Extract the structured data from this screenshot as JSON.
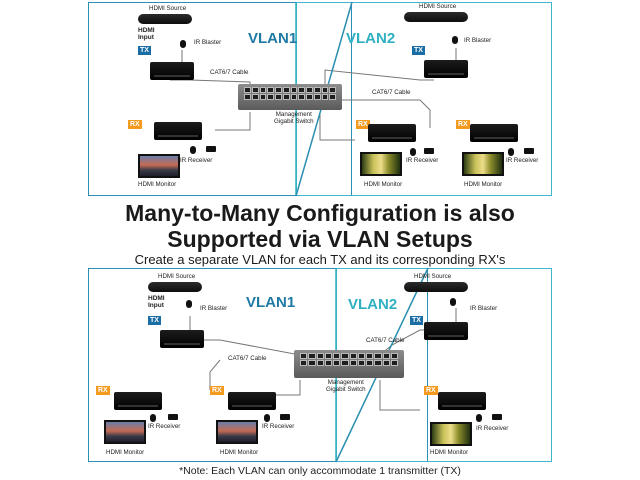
{
  "diagram_top": {
    "vlan1": "VLAN1",
    "vlan2": "VLAN2",
    "hdmi_source_1": "HDMI Source",
    "hdmi_source_2": "HDMI Source",
    "hdmi_input": "HDMI\nInput",
    "tx_tag_1": "TX",
    "tx_tag_2": "TX",
    "ir_blaster_1": "IR Blaster",
    "ir_blaster_2": "IR Blaster",
    "cable_1": "CAT6/7 Cable",
    "cable_2": "CAT6/7 Cable",
    "switch_label": "Management\nGigabit Switch",
    "rx_tag_1": "RX",
    "rx_tag_2": "RX",
    "rx_tag_3": "RX",
    "ir_receiver_1": "IR Receiver",
    "ir_receiver_2": "IR Receiver",
    "ir_receiver_3": "IR Receiver",
    "monitor_1": "HDMI Monitor",
    "monitor_2": "HDMI Monitor",
    "monitor_3": "HDMI Monitor"
  },
  "headline": {
    "line1": "Many-to-Many Configuration is also",
    "line2": "Supported via VLAN Setups",
    "subtitle": "Create a separate VLAN for each TX and its corresponding RX's"
  },
  "diagram_bottom": {
    "vlan1": "VLAN1",
    "vlan2": "VLAN2",
    "hdmi_source_1": "HDMI Source",
    "hdmi_source_2": "HDMI Source",
    "hdmi_input": "HDMI\nInput",
    "tx_tag_1": "TX",
    "tx_tag_2": "TX",
    "ir_blaster_1": "IR Blaster",
    "ir_blaster_2": "IR Blaster",
    "cable_1": "CAT6/7 Cable",
    "cable_2": "CAT6/7 Cable",
    "switch_label": "Management\nGigabit Switch",
    "rx_tag_1": "RX",
    "rx_tag_2": "RX",
    "rx_tag_3": "RX",
    "ir_receiver_1": "IR Receiver",
    "ir_receiver_2": "IR Receiver",
    "ir_receiver_3": "IR Receiver",
    "monitor_1": "HDMI Monitor",
    "monitor_2": "HDMI Monitor",
    "monitor_3": "HDMI Monitor"
  },
  "footnote": "*Note: Each VLAN can only accommodate 1 transmitter (TX)",
  "colors": {
    "vlan1_border": "#2a8fb0",
    "vlan2_border": "#3fb6c9",
    "tx_tag": "#1b6ea5",
    "rx_tag": "#f39a1f"
  }
}
